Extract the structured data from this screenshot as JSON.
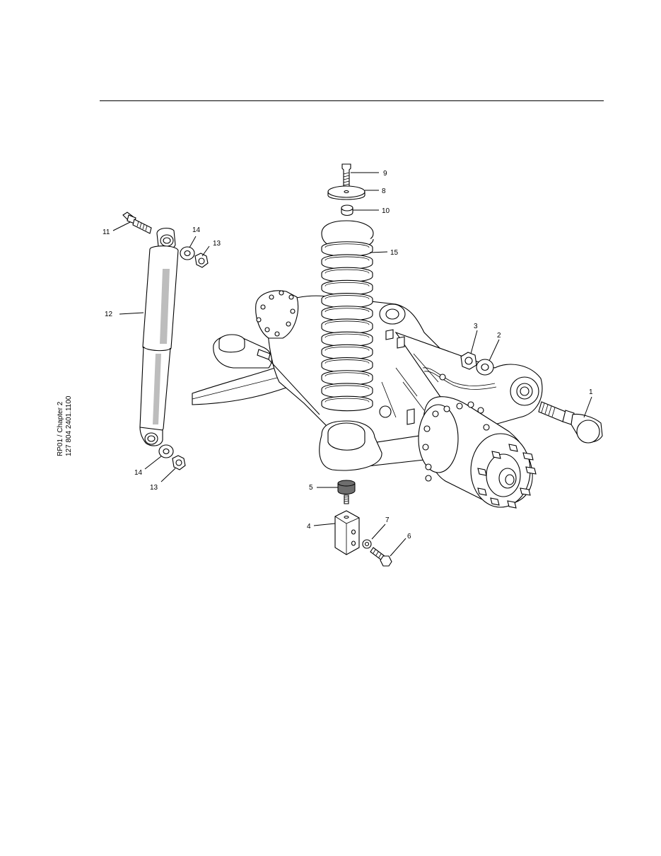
{
  "document": {
    "side_reference": [
      "RP01 / Chapter 2",
      "127 804 2401.1100"
    ]
  },
  "callouts": [
    {
      "id": "c1",
      "text": "1"
    },
    {
      "id": "c2",
      "text": "2"
    },
    {
      "id": "c3",
      "text": "3"
    },
    {
      "id": "c4",
      "text": "4"
    },
    {
      "id": "c5",
      "text": "5"
    },
    {
      "id": "c6",
      "text": "6"
    },
    {
      "id": "c7",
      "text": "7"
    },
    {
      "id": "c8",
      "text": "8"
    },
    {
      "id": "c9",
      "text": "9"
    },
    {
      "id": "c10",
      "text": "10"
    },
    {
      "id": "c11",
      "text": "11"
    },
    {
      "id": "c12",
      "text": "12"
    },
    {
      "id": "c13a",
      "text": "13"
    },
    {
      "id": "c13b",
      "text": "13"
    },
    {
      "id": "c14a",
      "text": "14"
    },
    {
      "id": "c14b",
      "text": "14"
    },
    {
      "id": "c15",
      "text": "15"
    }
  ]
}
